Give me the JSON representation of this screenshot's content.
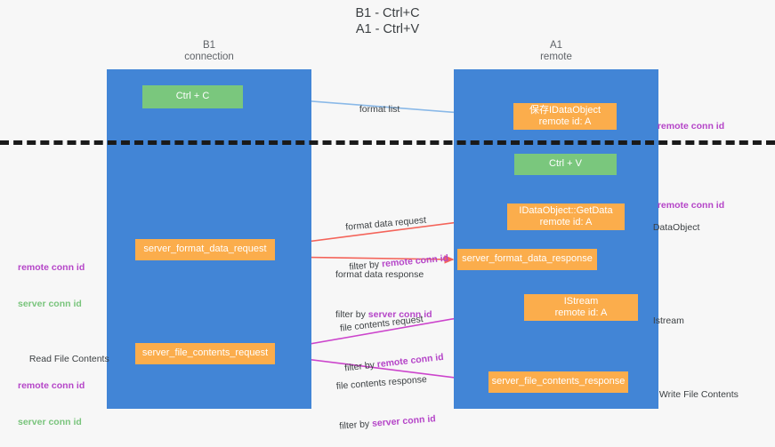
{
  "diagram": {
    "title": "B1 - Ctrl+C\nA1 - Ctrl+V",
    "colors": {
      "lane": "#4285d6",
      "node_orange": "#fbad4c",
      "node_green": "#7ac77d",
      "remote_conn_id": "#b545c8",
      "server_conn_id_green": "#79c47c",
      "server_conn_id_magenta": "#b545c8",
      "arrow_format_list": "#8ab9e8",
      "arrow_format_data": "#f4645a",
      "arrow_file_contents": "#cc44cc",
      "arrow_internal": "#1a1a1a",
      "divider": "#1a1a1a",
      "background": "#f7f7f7"
    },
    "lanes": [
      {
        "id": "b1",
        "title": "B1",
        "subtitle": "connection"
      },
      {
        "id": "a1",
        "title": "A1",
        "subtitle": "remote"
      }
    ],
    "nodes": [
      {
        "id": "ctrl-c",
        "lane": "b1",
        "kind": "green",
        "line1": "Ctrl + C",
        "line2": ""
      },
      {
        "id": "save-ido",
        "lane": "a1",
        "kind": "orange",
        "line1": "保存IDataObject",
        "line2": "remote id: A"
      },
      {
        "id": "ctrl-v",
        "lane": "a1",
        "kind": "green",
        "line1": "Ctrl + V",
        "line2": ""
      },
      {
        "id": "getdata",
        "lane": "a1",
        "kind": "orange",
        "line1": "IDataObject::GetData",
        "line2": "remote id: A"
      },
      {
        "id": "sfd-request",
        "lane": "b1",
        "kind": "orange",
        "line1": "server_format_data_request",
        "line2": ""
      },
      {
        "id": "sfd-response",
        "lane": "a1",
        "kind": "orange",
        "line1": "server_format_data_response",
        "line2": ""
      },
      {
        "id": "istream",
        "lane": "a1",
        "kind": "orange",
        "line1": "IStream",
        "line2": "remote id: A"
      },
      {
        "id": "sfc-request",
        "lane": "b1",
        "kind": "orange",
        "line1": "server_file_contents_request",
        "line2": ""
      },
      {
        "id": "sfc-response",
        "lane": "a1",
        "kind": "orange",
        "line1": "server_file_contents_response",
        "line2": ""
      }
    ],
    "edge_labels": {
      "format_list": "format list",
      "format_data_request": "format data request",
      "format_data_request_filter_prefix": "filter by ",
      "format_data_request_filter_key": "remote conn id",
      "format_data_response": "format data response",
      "format_data_response_filter_prefix": "filter by ",
      "format_data_response_filter_key": "server conn id",
      "file_contents_request": "file contents request",
      "file_contents_request_filter_prefix": "filter by ",
      "file_contents_request_filter_key": "remote conn id",
      "file_contents_response": "file contents response",
      "file_contents_response_filter_prefix": "filter by ",
      "file_contents_response_filter_key": "server conn id"
    },
    "annotations": {
      "right_remote_conn_id_top": "remote conn id",
      "right_remote_conn_id_mid": "remote conn id",
      "right_dataobject": "DataObject",
      "right_istream": "Istream",
      "right_write_file_contents": "Write File Contents",
      "left_remote_conn_id_top": "remote conn id",
      "left_server_conn_id_top": "server conn id",
      "left_read_file_contents": "Read File Contents",
      "left_remote_conn_id_bottom": "remote conn id",
      "left_server_conn_id_bottom": "server conn id"
    }
  }
}
